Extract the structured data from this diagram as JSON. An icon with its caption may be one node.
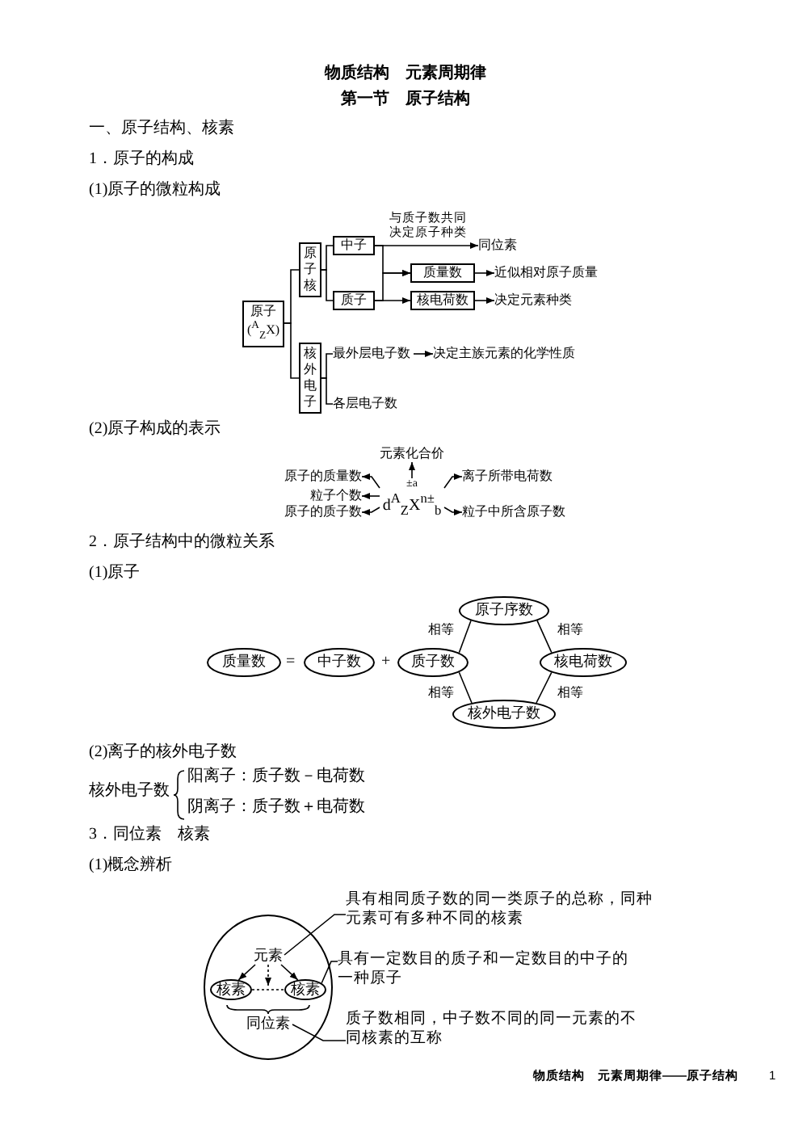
{
  "diagram": {
    "title": "物质结构　元素周期律",
    "nodes": [
      {
        "text": [
          "原子 ($^{A}$$_{Z}$X)"
        ]
      },
      {
        "text": [
          "原子核"
        ]
      },
      {
        "text": [
          "中子"
        ]
      },
      {
        "text": [
          "同位素"
        ]
      },
      {
        "text": [
          "质量数"
        ]
      },
      {
        "text": [
          "近似相对原子质量"
        ]
      },
      {
        "text": [
          "质子"
        ]
      },
      {
        "text": [
          "核电荷数"
        ]
      },
      {
        "text": [
          "决定元素种类"
        ]
      },
      {
        "text": [
          "核外电子"
        ]
      },
      {
        "text": [
          "最外层电子数"
        ]
      },
      {
        "text": [
          "决定主族元素的化学性质"
        ]
      },
      {
        "text": [
          "各层电子数"
        ]
      },
      {
        "text": [
          "元素化合价"
        ]
      },
      {
        "text": [
          "原子的质量数"
        ]
      },
      {
        "text": [
          "±a",
          "d$^{A}$$_{Z}$X$^{n±}$$_{b}$"
        ]
      },
      {
        "text": [
          "离子所带电荷数"
        ]
      },
      {
        "text": [
          "粒子个数"
        ]
      },
      {
        "text": [
          "原子的质子数"
        ]
      },
      {
        "text": [
          "粒子中所含原子数"
        ]
      },
      {
        "text": [
          "原子序数"
        ]
      },
      {
        "text": [
          "质量数"
        ]
      },
      {
        "text": [
          "中子数"
        ]
      },
      {
        "text": [
          "质子数"
        ]
      },
      {
        "text": [
          "核电荷数"
        ]
      },
      {
        "text": [
          "核外电子数"
        ]
      },
      {
        "text": [],
        "shape": "circle"
      },
      {
        "text": [
          "具有相同质子数的同一类原子的总称，同种元素可有多种不同的核素"
        ]
      },
      {
        "text": [
          "元素"
        ],
        "in": 26
      },
      {
        "text": [
          "具有一定数目的质子和一定数目的中子的一种原子"
        ]
      },
      {
        "text": [
          "核素"
        ],
        "in": 26
      },
      {
        "text": [
          "核素"
        ],
        "in": 26
      },
      {
        "text": [
          "同位素"
        ],
        "in": 26
      },
      {
        "text": [
          "质子数相同，中子数不同的同一元素的不同核素的互称"
        ]
      }
    ],
    "edges": [
      {
        "from": 0,
        "to": 1,
        "arrow": "none"
      },
      {
        "from": 0,
        "to": 9,
        "arrow": "none"
      },
      {
        "from": 1,
        "to": 2,
        "arrow": "none"
      },
      {
        "from": 1,
        "to": 6,
        "arrow": "none"
      },
      {
        "from": 2,
        "to": 3,
        "arrow": "to",
        "label": "与质子数共同决定原子种类"
      },
      {
        "from": 2,
        "to": 4,
        "arrow": "to"
      },
      {
        "from": 6,
        "to": 4,
        "arrow": "to"
      },
      {
        "from": 4,
        "to": 5,
        "arrow": "to"
      },
      {
        "from": 6,
        "to": 7,
        "arrow": "to"
      },
      {
        "from": 7,
        "to": 8,
        "arrow": "to"
      },
      {
        "from": 9,
        "to": 10,
        "arrow": "none"
      },
      {
        "from": 9,
        "to": 12,
        "arrow": "none"
      },
      {
        "from": 10,
        "to": 11,
        "arrow": "to"
      },
      {
        "from": 15,
        "to": 13,
        "arrow": "to"
      },
      {
        "from": 15,
        "to": 14,
        "arrow": "to"
      },
      {
        "from": 15,
        "to": 16,
        "arrow": "to"
      },
      {
        "from": 15,
        "to": 17,
        "arrow": "to"
      },
      {
        "from": 15,
        "to": 18,
        "arrow": "to"
      },
      {
        "from": 15,
        "to": 19,
        "arrow": "to"
      },
      {
        "from": 23,
        "to": 20,
        "arrow": "none",
        "label": "相等"
      },
      {
        "from": 20,
        "to": 24,
        "arrow": "none",
        "label": "相等"
      },
      {
        "from": 24,
        "to": 25,
        "arrow": "none",
        "label": "相等"
      },
      {
        "from": 25,
        "to": 23,
        "arrow": "none",
        "label": "相等"
      },
      {
        "from": 28,
        "to": 30,
        "arrow": "to"
      },
      {
        "from": 28,
        "to": 31,
        "arrow": "to"
      },
      {
        "from": 30,
        "to": 31,
        "arrow": "none",
        "style": "dashed"
      },
      {
        "from": 28,
        "to": null,
        "arrow": "to",
        "style": "dashed"
      },
      {
        "from": 27,
        "to": 28,
        "arrow": "none"
      },
      {
        "from": 29,
        "to": 31,
        "arrow": "none"
      },
      {
        "from": 33,
        "to": 32,
        "arrow": "none"
      }
    ],
    "labels": [
      "第一节　原子结构",
      "一、原子结构、核素",
      "1．原子的构成",
      "(1)原子的微粒构成",
      "(2)原子构成的表示",
      "2．原子结构中的微粒关系",
      "(1)原子",
      "=",
      "+",
      "(2)离子的核外电子数",
      "核外电子数",
      "阳离子：质子数－电荷数",
      "阴离子：质子数＋电荷数",
      "3．同位素　核素",
      "(1)概念辨析",
      "物质结构　元素周期律——原子结构",
      "1"
    ]
  }
}
